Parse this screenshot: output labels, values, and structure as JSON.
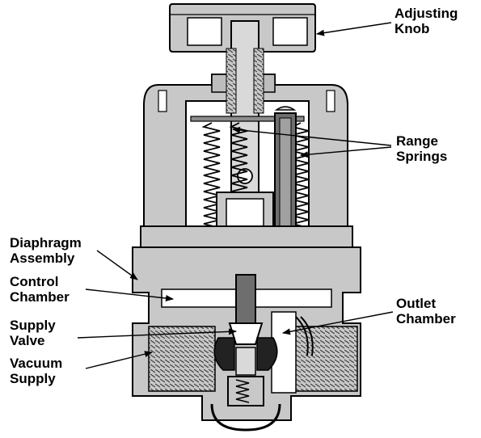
{
  "labels": {
    "adjusting_knob": [
      "Adjusting",
      "Knob"
    ],
    "range_springs": [
      "Range",
      "Springs"
    ],
    "diaphragm_assembly": [
      "Diaphragm",
      "Assembly"
    ],
    "control_chamber": [
      "Control",
      "Chamber"
    ],
    "outlet_chamber": [
      "Outlet",
      "Chamber"
    ],
    "supply_valve": [
      "Supply",
      "Valve"
    ],
    "vacuum_supply": [
      "Vacuum",
      "Supply"
    ]
  },
  "colors": {
    "body_fill": "#c8c8c8",
    "cavity_fill": "#ffffff",
    "outline": "#000000",
    "dark_part": "#6e6e6e"
  }
}
